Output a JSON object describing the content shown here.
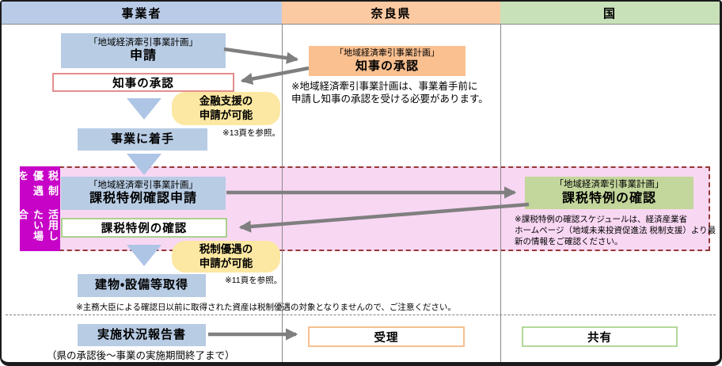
{
  "palette": {
    "operator_blue": "#b8cce4",
    "pref_orange": "#fac090",
    "national_green": "#c3d69b",
    "callout_yellow": "#fce8a2",
    "tax_region_pink": "#f8d7f3",
    "tax_label_magenta": "#c803c8",
    "tax_region_border_red": "#953735",
    "approval_border_red": "#e58e8e",
    "confirm_border_green": "#abd08f",
    "arrow_gray": "#7f7f7f"
  },
  "header": {
    "columns": [
      {
        "label": "事業者"
      },
      {
        "label": "奈良県"
      },
      {
        "label": "国"
      }
    ]
  },
  "operator_lane": {
    "plan_apply_box": {
      "line1": "「地域経済牽引事業計画」",
      "line2": "申請"
    },
    "governor_approval_box": "知事の承認",
    "finance_callout": {
      "line1": "金融支援の",
      "line2": "申請が可能",
      "ref": "※13頁を参照。"
    },
    "start_business_box": "事業に着手",
    "tax_section_label": {
      "line1": "税制優遇を",
      "line2": "活用したい場合"
    },
    "tax_apply_box": {
      "line1": "「地域経済牽引事業計画」",
      "line2": "課税特例確認申請"
    },
    "tax_confirm_box": "課税特例の確認",
    "tax_callout": {
      "line1": "税制優遇の",
      "line2": "申請が可能",
      "ref": "※11頁を参照。"
    },
    "acquire_box": "建物・設備等取得",
    "acquire_note": "※主務大臣による確認日以前に取得された資産は税制優遇の対象となりませんので、ご注意ください。",
    "report_box": "実施状況報告書",
    "report_note": "（県の承認後～事業の実施期間終了まで）"
  },
  "nara_lane": {
    "approval_box": {
      "line1": "「地域経済牽引事業計画」",
      "line2": "知事の承認"
    },
    "note_line1": "※地域経済牽引事業計画は、事業着手前に",
    "note_line2": "申請し知事の承認を受ける必要があります。",
    "accept_box": "受理"
  },
  "national_lane": {
    "confirm_box": {
      "line1": "「地域経済牽引事業計画」",
      "line2": "課税特例の確認"
    },
    "note_line1": "※課税特例の確認スケジュールは、経済産業省",
    "note_line2": "ホームページ（地域未来投資促進法 税制支援）より最",
    "note_line3": "新の情報をご確認ください。",
    "share_box": "共有"
  }
}
